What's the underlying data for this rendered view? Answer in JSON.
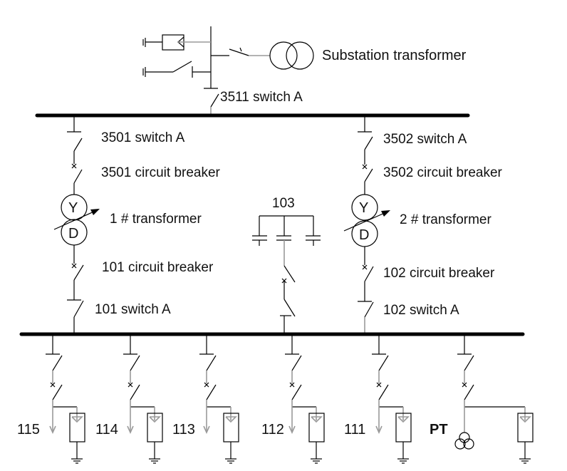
{
  "diagram": {
    "title": "Substation single-line diagram",
    "colors": {
      "line": "#000000",
      "energized_grey": "#9a9a9a",
      "background": "#ffffff"
    },
    "top": {
      "substation_transformer_label": "Substation transformer",
      "incoming_switch_label": "3511 switch A"
    },
    "left_branch": {
      "switch_label": "3501 switch A",
      "breaker_label": "3501 circuit breaker",
      "transformer_label": "1 # transformer",
      "winding_top": "Y",
      "winding_bottom": "D",
      "lv_breaker_label": "101 circuit breaker",
      "lv_switch_label": "101 switch A"
    },
    "right_branch": {
      "switch_label": "3502 switch A",
      "breaker_label": "3502 circuit breaker",
      "transformer_label": "2 # transformer",
      "winding_top": "Y",
      "winding_bottom": "D",
      "lv_breaker_label": "102 circuit breaker",
      "lv_switch_label": "102 switch A"
    },
    "capacitor_bank": {
      "label": "103"
    },
    "feeders": [
      {
        "label": "115",
        "type": "load"
      },
      {
        "label": "114",
        "type": "load"
      },
      {
        "label": "113",
        "type": "load"
      },
      {
        "label": "112",
        "type": "load"
      },
      {
        "label": "111",
        "type": "load"
      },
      {
        "label": "PT",
        "type": "potential-transformer"
      }
    ]
  }
}
